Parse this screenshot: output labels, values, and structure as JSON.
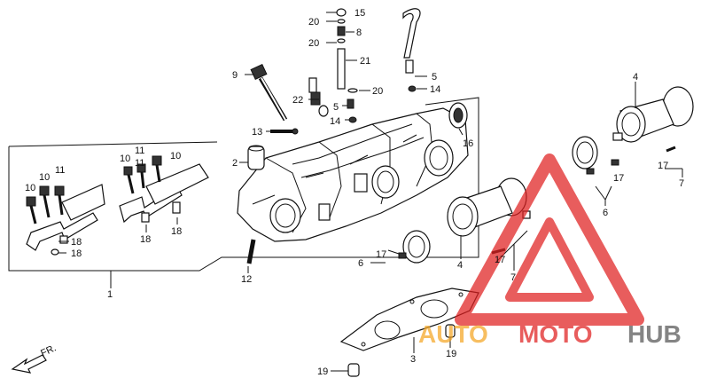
{
  "diagram": {
    "callouts": [
      {
        "id": "c15",
        "text": "15"
      },
      {
        "id": "c20a",
        "text": "20"
      },
      {
        "id": "c8",
        "text": "8"
      },
      {
        "id": "c20b",
        "text": "20"
      },
      {
        "id": "c21",
        "text": "21"
      },
      {
        "id": "c9",
        "text": "9"
      },
      {
        "id": "c22",
        "text": "22"
      },
      {
        "id": "c5a",
        "text": "5"
      },
      {
        "id": "c20c",
        "text": "20"
      },
      {
        "id": "c5b",
        "text": "5"
      },
      {
        "id": "c14a",
        "text": "14"
      },
      {
        "id": "c14b",
        "text": "14"
      },
      {
        "id": "c13",
        "text": "13"
      },
      {
        "id": "c4a",
        "text": "4"
      },
      {
        "id": "c16",
        "text": "16"
      },
      {
        "id": "c2",
        "text": "2"
      },
      {
        "id": "c10a",
        "text": "10"
      },
      {
        "id": "c11a",
        "text": "11"
      },
      {
        "id": "c10b",
        "text": "10"
      },
      {
        "id": "c11b",
        "text": "11"
      },
      {
        "id": "c10c",
        "text": "10"
      },
      {
        "id": "c11c",
        "text": "11"
      },
      {
        "id": "c10d",
        "text": "10"
      },
      {
        "id": "c17a",
        "text": "17"
      },
      {
        "id": "c17b",
        "text": "17"
      },
      {
        "id": "c7a",
        "text": "7"
      },
      {
        "id": "c6a",
        "text": "6"
      },
      {
        "id": "c18a",
        "text": "18"
      },
      {
        "id": "c18b",
        "text": "18"
      },
      {
        "id": "c18c",
        "text": "18"
      },
      {
        "id": "c18d",
        "text": "18"
      },
      {
        "id": "c12",
        "text": "12"
      },
      {
        "id": "c4b",
        "text": "4"
      },
      {
        "id": "c17c",
        "text": "17"
      },
      {
        "id": "c6b",
        "text": "6"
      },
      {
        "id": "c17d",
        "text": "17"
      },
      {
        "id": "c7b",
        "text": "7"
      },
      {
        "id": "c1",
        "text": "1"
      },
      {
        "id": "c3",
        "text": "3"
      },
      {
        "id": "c19a",
        "text": "19"
      },
      {
        "id": "c19b",
        "text": "19"
      }
    ],
    "direction_label": "FR.",
    "watermark": {
      "part1": "AUTO",
      "part2": "MOTO",
      "part3": "HUB",
      "color_red": "#e02020",
      "color_orange": "#f5a623",
      "color_gray": "#555555"
    }
  }
}
